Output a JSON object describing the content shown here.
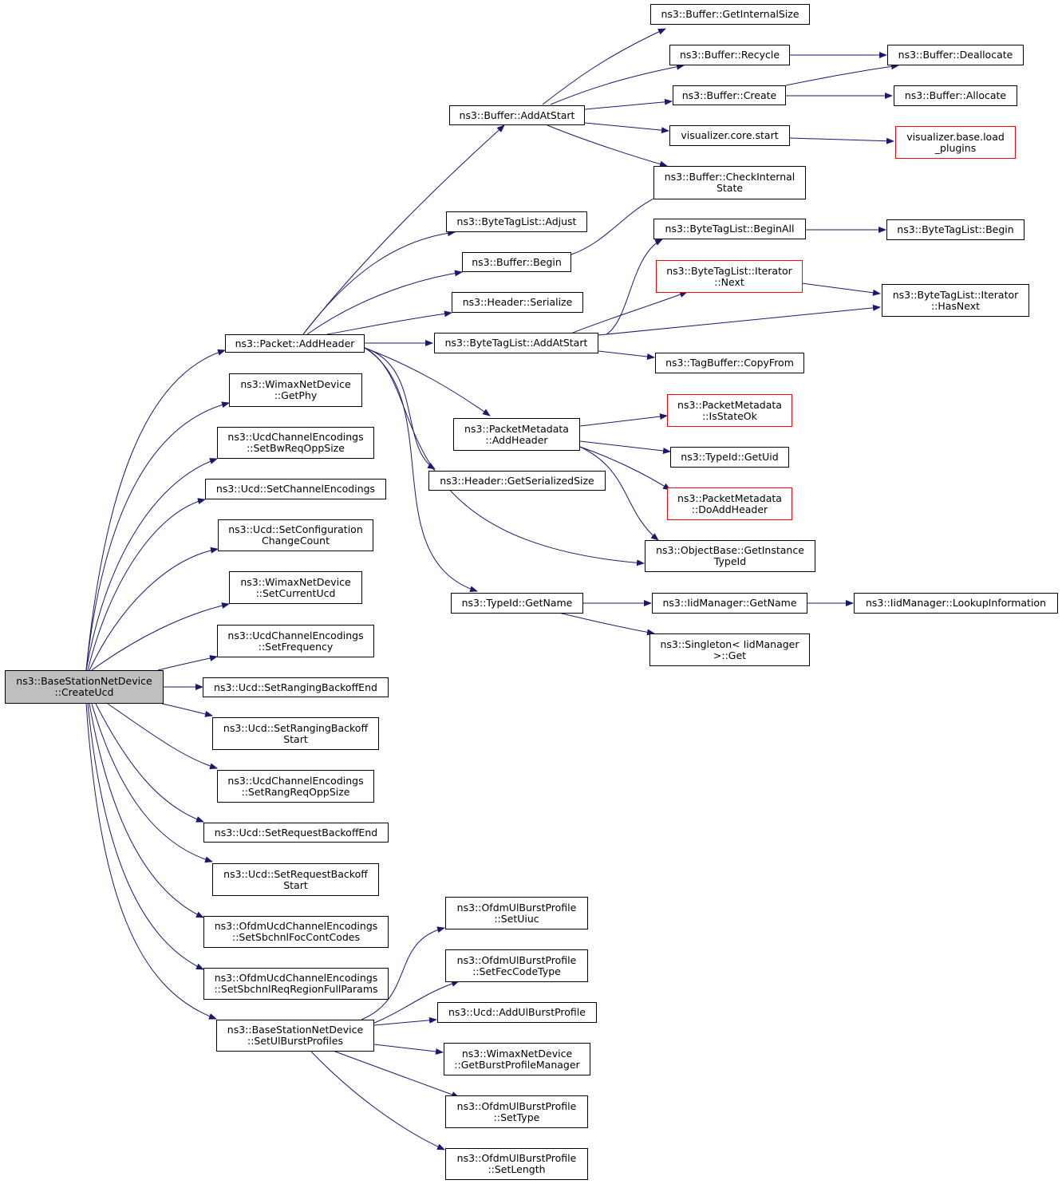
{
  "colors": {
    "edge": "#191970",
    "border": "#000000",
    "red_border": "#ff0000",
    "root_fill": "#bfbfbf"
  },
  "nodes": {
    "n_root": {
      "lines": [
        "ns3::BaseStationNetDevice",
        "::CreateUcd"
      ],
      "style": "root"
    },
    "n_addheader": {
      "lines": [
        "ns3::Packet::AddHeader"
      ]
    },
    "n_getphy": {
      "lines": [
        "ns3::WimaxNetDevice",
        "::GetPhy"
      ]
    },
    "n_setbwreq": {
      "lines": [
        "ns3::UcdChannelEncodings",
        "::SetBwReqOppSize"
      ]
    },
    "n_setchanenc": {
      "lines": [
        "ns3::Ucd::SetChannelEncodings"
      ]
    },
    "n_setconfig": {
      "lines": [
        "ns3::Ucd::SetConfiguration",
        "ChangeCount"
      ]
    },
    "n_setcurucd": {
      "lines": [
        "ns3::WimaxNetDevice",
        "::SetCurrentUcd"
      ]
    },
    "n_setfreq": {
      "lines": [
        "ns3::UcdChannelEncodings",
        "::SetFrequency"
      ]
    },
    "n_setrangend": {
      "lines": [
        "ns3::Ucd::SetRangingBackoffEnd"
      ]
    },
    "n_setrangstart": {
      "lines": [
        "ns3::Ucd::SetRangingBackoff",
        "Start"
      ]
    },
    "n_setrangreq": {
      "lines": [
        "ns3::UcdChannelEncodings",
        "::SetRangReqOppSize"
      ]
    },
    "n_setreqend": {
      "lines": [
        "ns3::Ucd::SetRequestBackoffEnd"
      ]
    },
    "n_setreqstart": {
      "lines": [
        "ns3::Ucd::SetRequestBackoff",
        "Start"
      ]
    },
    "n_setfoc": {
      "lines": [
        "ns3::OfdmUcdChannelEncodings",
        "::SetSbchnlFocContCodes"
      ]
    },
    "n_setregion": {
      "lines": [
        "ns3::OfdmUcdChannelEncodings",
        "::SetSbchnlReqRegionFullParams"
      ]
    },
    "n_setulburst": {
      "lines": [
        "ns3::BaseStationNetDevice",
        "::SetUlBurstProfiles"
      ]
    },
    "n_buf_addatstart": {
      "lines": [
        "ns3::Buffer::AddAtStart"
      ]
    },
    "n_btl_adjust": {
      "lines": [
        "ns3::ByteTagList::Adjust"
      ]
    },
    "n_buf_begin": {
      "lines": [
        "ns3::Buffer::Begin"
      ]
    },
    "n_hdr_serialize": {
      "lines": [
        "ns3::Header::Serialize"
      ]
    },
    "n_btl_addatstart": {
      "lines": [
        "ns3::ByteTagList::AddAtStart"
      ]
    },
    "n_pm_addheader": {
      "lines": [
        "ns3::PacketMetadata",
        "::AddHeader"
      ]
    },
    "n_hdr_getsersize": {
      "lines": [
        "ns3::Header::GetSerializedSize"
      ]
    },
    "n_typeid_getname": {
      "lines": [
        "ns3::TypeId::GetName"
      ]
    },
    "n_ofdm_setuiuc": {
      "lines": [
        "ns3::OfdmUlBurstProfile",
        "::SetUiuc"
      ]
    },
    "n_ofdm_setfec": {
      "lines": [
        "ns3::OfdmUlBurstProfile",
        "::SetFecCodeType"
      ]
    },
    "n_ucd_addul": {
      "lines": [
        "ns3::Ucd::AddUlBurstProfile"
      ]
    },
    "n_wnd_getbpm": {
      "lines": [
        "ns3::WimaxNetDevice",
        "::GetBurstProfileManager"
      ]
    },
    "n_ofdm_settype": {
      "lines": [
        "ns3::OfdmUlBurstProfile",
        "::SetType"
      ]
    },
    "n_ofdm_setlength": {
      "lines": [
        "ns3::OfdmUlBurstProfile",
        "::SetLength"
      ]
    },
    "n_buf_getintsize": {
      "lines": [
        "ns3::Buffer::GetInternalSize"
      ]
    },
    "n_buf_recycle": {
      "lines": [
        "ns3::Buffer::Recycle"
      ]
    },
    "n_buf_create": {
      "lines": [
        "ns3::Buffer::Create"
      ]
    },
    "n_vis_start": {
      "lines": [
        "visualizer.core.start"
      ]
    },
    "n_buf_checkint": {
      "lines": [
        "ns3::Buffer::CheckInternal",
        "State"
      ]
    },
    "n_btl_beginall": {
      "lines": [
        "ns3::ByteTagList::BeginAll"
      ]
    },
    "n_btl_it_next": {
      "lines": [
        "ns3::ByteTagList::Iterator",
        "::Next"
      ],
      "style": "red"
    },
    "n_tagbuf_copy": {
      "lines": [
        "ns3::TagBuffer::CopyFrom"
      ]
    },
    "n_pm_isstateok": {
      "lines": [
        "ns3::PacketMetadata",
        "::IsStateOk"
      ],
      "style": "red"
    },
    "n_typeid_getuid": {
      "lines": [
        "ns3::TypeId::GetUid"
      ]
    },
    "n_pm_doaddheader": {
      "lines": [
        "ns3::PacketMetadata",
        "::DoAddHeader"
      ],
      "style": "red"
    },
    "n_ob_getinst": {
      "lines": [
        "ns3::ObjectBase::GetInstance",
        "TypeId"
      ]
    },
    "n_iid_getname": {
      "lines": [
        "ns3::IidManager::GetName"
      ]
    },
    "n_singleton_get": {
      "lines": [
        "ns3::Singleton< IidManager",
        ">::Get"
      ]
    },
    "n_buf_dealloc": {
      "lines": [
        "ns3::Buffer::Deallocate"
      ]
    },
    "n_buf_alloc": {
      "lines": [
        "ns3::Buffer::Allocate"
      ]
    },
    "n_vis_loadplugins": {
      "lines": [
        "visualizer.base.load",
        "_plugins"
      ],
      "style": "red"
    },
    "n_btl_begin": {
      "lines": [
        "ns3::ByteTagList::Begin"
      ]
    },
    "n_btl_it_hasnext": {
      "lines": [
        "ns3::ByteTagList::Iterator",
        "::HasNext"
      ]
    },
    "n_iid_lookup": {
      "lines": [
        "ns3::IidManager::LookupInformation"
      ]
    }
  }
}
